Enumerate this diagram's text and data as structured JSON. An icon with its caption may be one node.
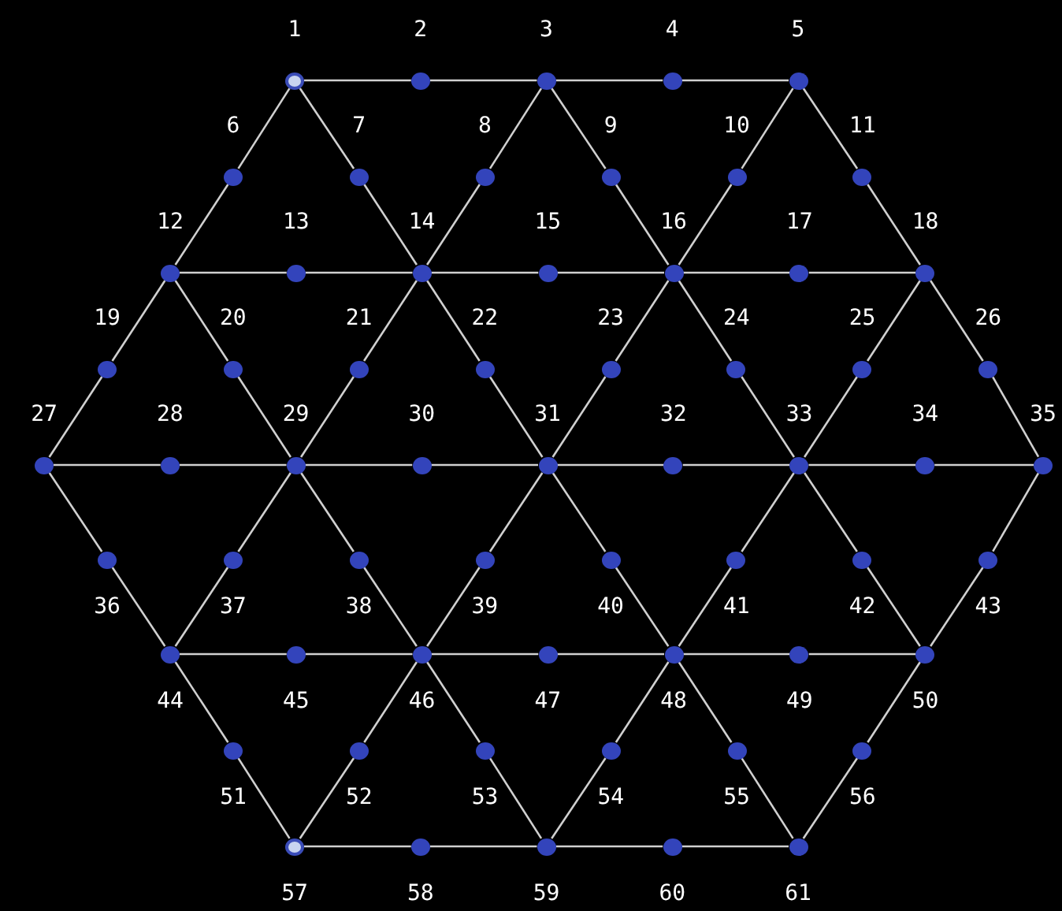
{
  "diagram": {
    "nodes": [
      {
        "text": [],
        "shape": "circle",
        "beside": [
          "1"
        ]
      },
      {
        "text": [],
        "shape": "circle",
        "beside": [
          "2"
        ]
      },
      {
        "text": [],
        "shape": "circle",
        "beside": [
          "3"
        ]
      },
      {
        "text": [],
        "shape": "circle",
        "beside": [
          "4"
        ]
      },
      {
        "text": [],
        "shape": "circle",
        "beside": [
          "5"
        ]
      },
      {
        "text": [],
        "shape": "circle",
        "beside": [
          "6"
        ]
      },
      {
        "text": [],
        "shape": "circle",
        "beside": [
          "7"
        ]
      },
      {
        "text": [],
        "shape": "circle",
        "beside": [
          "8"
        ]
      },
      {
        "text": [],
        "shape": "circle",
        "beside": [
          "9"
        ]
      },
      {
        "text": [],
        "shape": "circle",
        "beside": [
          "10"
        ]
      },
      {
        "text": [],
        "shape": "circle",
        "beside": [
          "11"
        ]
      },
      {
        "text": [],
        "shape": "circle",
        "beside": [
          "12"
        ]
      },
      {
        "text": [],
        "shape": "circle",
        "beside": [
          "13"
        ]
      },
      {
        "text": [],
        "shape": "circle",
        "beside": [
          "14"
        ]
      },
      {
        "text": [],
        "shape": "circle",
        "beside": [
          "15"
        ]
      },
      {
        "text": [],
        "shape": "circle",
        "beside": [
          "16"
        ]
      },
      {
        "text": [],
        "shape": "circle",
        "beside": [
          "17"
        ]
      },
      {
        "text": [],
        "shape": "circle",
        "beside": [
          "18"
        ]
      },
      {
        "text": [],
        "shape": "circle",
        "beside": [
          "19"
        ]
      },
      {
        "text": [],
        "shape": "circle",
        "beside": [
          "20"
        ]
      },
      {
        "text": [],
        "shape": "circle",
        "beside": [
          "21"
        ]
      },
      {
        "text": [],
        "shape": "circle",
        "beside": [
          "22"
        ]
      },
      {
        "text": [],
        "shape": "circle",
        "beside": [
          "23"
        ]
      },
      {
        "text": [],
        "shape": "circle",
        "beside": [
          "24"
        ]
      },
      {
        "text": [],
        "shape": "circle",
        "beside": [
          "25"
        ]
      },
      {
        "text": [],
        "shape": "circle",
        "beside": [
          "26"
        ]
      },
      {
        "text": [],
        "shape": "circle",
        "beside": [
          "27"
        ]
      },
      {
        "text": [],
        "shape": "circle",
        "beside": [
          "28"
        ]
      },
      {
        "text": [],
        "shape": "circle",
        "beside": [
          "29"
        ]
      },
      {
        "text": [],
        "shape": "circle",
        "beside": [
          "30"
        ]
      },
      {
        "text": [],
        "shape": "circle",
        "beside": [
          "31"
        ]
      },
      {
        "text": [],
        "shape": "circle",
        "beside": [
          "32"
        ]
      },
      {
        "text": [],
        "shape": "circle",
        "beside": [
          "33"
        ]
      },
      {
        "text": [],
        "shape": "circle",
        "beside": [
          "34"
        ]
      },
      {
        "text": [],
        "shape": "circle",
        "beside": [
          "35"
        ]
      },
      {
        "text": [],
        "shape": "circle",
        "beside": [
          "36"
        ]
      },
      {
        "text": [],
        "shape": "circle",
        "beside": [
          "37"
        ]
      },
      {
        "text": [],
        "shape": "circle",
        "beside": [
          "38"
        ]
      },
      {
        "text": [],
        "shape": "circle",
        "beside": [
          "39"
        ]
      },
      {
        "text": [],
        "shape": "circle",
        "beside": [
          "40"
        ]
      },
      {
        "text": [],
        "shape": "circle",
        "beside": [
          "41"
        ]
      },
      {
        "text": [],
        "shape": "circle",
        "beside": [
          "42"
        ]
      },
      {
        "text": [],
        "shape": "circle",
        "beside": [
          "43"
        ]
      },
      {
        "text": [],
        "shape": "circle",
        "beside": [
          "44"
        ]
      },
      {
        "text": [],
        "shape": "circle",
        "beside": [
          "45"
        ]
      },
      {
        "text": [],
        "shape": "circle",
        "beside": [
          "46"
        ]
      },
      {
        "text": [],
        "shape": "circle",
        "beside": [
          "47"
        ]
      },
      {
        "text": [],
        "shape": "circle",
        "beside": [
          "48"
        ]
      },
      {
        "text": [],
        "shape": "circle",
        "beside": [
          "49"
        ]
      },
      {
        "text": [],
        "shape": "circle",
        "beside": [
          "50"
        ]
      },
      {
        "text": [],
        "shape": "circle",
        "beside": [
          "51"
        ]
      },
      {
        "text": [],
        "shape": "circle",
        "beside": [
          "52"
        ]
      },
      {
        "text": [],
        "shape": "circle",
        "beside": [
          "53"
        ]
      },
      {
        "text": [],
        "shape": "circle",
        "beside": [
          "54"
        ]
      },
      {
        "text": [],
        "shape": "circle",
        "beside": [
          "55"
        ]
      },
      {
        "text": [],
        "shape": "circle",
        "beside": [
          "56"
        ]
      },
      {
        "text": [],
        "shape": "circle",
        "beside": [
          "57"
        ]
      },
      {
        "text": [],
        "shape": "circle",
        "beside": [
          "58"
        ]
      },
      {
        "text": [],
        "shape": "circle",
        "beside": [
          "59"
        ]
      },
      {
        "text": [],
        "shape": "circle",
        "beside": [
          "60"
        ]
      },
      {
        "text": [],
        "shape": "circle",
        "beside": [
          "61"
        ]
      }
    ],
    "edges": [
      {
        "from": 0,
        "to": 1,
        "arrow": "none"
      },
      {
        "from": 1,
        "to": 2,
        "arrow": "none"
      },
      {
        "from": 2,
        "to": 3,
        "arrow": "none"
      },
      {
        "from": 3,
        "to": 4,
        "arrow": "none"
      },
      {
        "from": 11,
        "to": 12,
        "arrow": "none"
      },
      {
        "from": 12,
        "to": 13,
        "arrow": "none"
      },
      {
        "from": 13,
        "to": 14,
        "arrow": "none"
      },
      {
        "from": 14,
        "to": 15,
        "arrow": "none"
      },
      {
        "from": 15,
        "to": 16,
        "arrow": "none"
      },
      {
        "from": 16,
        "to": 17,
        "arrow": "none"
      },
      {
        "from": 26,
        "to": 27,
        "arrow": "none"
      },
      {
        "from": 27,
        "to": 28,
        "arrow": "none"
      },
      {
        "from": 28,
        "to": 29,
        "arrow": "none"
      },
      {
        "from": 29,
        "to": 30,
        "arrow": "none"
      },
      {
        "from": 30,
        "to": 31,
        "arrow": "none"
      },
      {
        "from": 31,
        "to": 32,
        "arrow": "none"
      },
      {
        "from": 32,
        "to": 33,
        "arrow": "none"
      },
      {
        "from": 33,
        "to": 34,
        "arrow": "none"
      },
      {
        "from": 43,
        "to": 44,
        "arrow": "none"
      },
      {
        "from": 44,
        "to": 45,
        "arrow": "none"
      },
      {
        "from": 45,
        "to": 46,
        "arrow": "none"
      },
      {
        "from": 46,
        "to": 47,
        "arrow": "none"
      },
      {
        "from": 47,
        "to": 48,
        "arrow": "none"
      },
      {
        "from": 48,
        "to": 49,
        "arrow": "none"
      },
      {
        "from": 56,
        "to": 57,
        "arrow": "none"
      },
      {
        "from": 57,
        "to": 58,
        "arrow": "none"
      },
      {
        "from": 58,
        "to": 59,
        "arrow": "none"
      },
      {
        "from": 59,
        "to": 60,
        "arrow": "none"
      },
      {
        "from": 0,
        "to": 5,
        "arrow": "none"
      },
      {
        "from": 5,
        "to": 11,
        "arrow": "none"
      },
      {
        "from": 0,
        "to": 6,
        "arrow": "none"
      },
      {
        "from": 6,
        "to": 13,
        "arrow": "none"
      },
      {
        "from": 2,
        "to": 7,
        "arrow": "none"
      },
      {
        "from": 7,
        "to": 13,
        "arrow": "none"
      },
      {
        "from": 2,
        "to": 8,
        "arrow": "none"
      },
      {
        "from": 8,
        "to": 15,
        "arrow": "none"
      },
      {
        "from": 4,
        "to": 9,
        "arrow": "none"
      },
      {
        "from": 9,
        "to": 15,
        "arrow": "none"
      },
      {
        "from": 4,
        "to": 10,
        "arrow": "none"
      },
      {
        "from": 10,
        "to": 17,
        "arrow": "none"
      },
      {
        "from": 11,
        "to": 18,
        "arrow": "none"
      },
      {
        "from": 18,
        "to": 26,
        "arrow": "none"
      },
      {
        "from": 11,
        "to": 19,
        "arrow": "none"
      },
      {
        "from": 19,
        "to": 28,
        "arrow": "none"
      },
      {
        "from": 13,
        "to": 20,
        "arrow": "none"
      },
      {
        "from": 20,
        "to": 28,
        "arrow": "none"
      },
      {
        "from": 13,
        "to": 21,
        "arrow": "none"
      },
      {
        "from": 21,
        "to": 30,
        "arrow": "none"
      },
      {
        "from": 15,
        "to": 22,
        "arrow": "none"
      },
      {
        "from": 22,
        "to": 30,
        "arrow": "none"
      },
      {
        "from": 15,
        "to": 23,
        "arrow": "none"
      },
      {
        "from": 23,
        "to": 32,
        "arrow": "none"
      },
      {
        "from": 17,
        "to": 24,
        "arrow": "none"
      },
      {
        "from": 24,
        "to": 32,
        "arrow": "none"
      },
      {
        "from": 17,
        "to": 25,
        "arrow": "none"
      },
      {
        "from": 25,
        "to": 34,
        "arrow": "none"
      },
      {
        "from": 26,
        "to": 35,
        "arrow": "none"
      },
      {
        "from": 35,
        "to": 43,
        "arrow": "none"
      },
      {
        "from": 28,
        "to": 36,
        "arrow": "none"
      },
      {
        "from": 36,
        "to": 43,
        "arrow": "none"
      },
      {
        "from": 28,
        "to": 37,
        "arrow": "none"
      },
      {
        "from": 37,
        "to": 45,
        "arrow": "none"
      },
      {
        "from": 30,
        "to": 38,
        "arrow": "none"
      },
      {
        "from": 38,
        "to": 45,
        "arrow": "none"
      },
      {
        "from": 30,
        "to": 39,
        "arrow": "none"
      },
      {
        "from": 39,
        "to": 47,
        "arrow": "none"
      },
      {
        "from": 32,
        "to": 40,
        "arrow": "none"
      },
      {
        "from": 40,
        "to": 47,
        "arrow": "none"
      },
      {
        "from": 32,
        "to": 41,
        "arrow": "none"
      },
      {
        "from": 41,
        "to": 49,
        "arrow": "none"
      },
      {
        "from": 34,
        "to": 42,
        "arrow": "none"
      },
      {
        "from": 42,
        "to": 49,
        "arrow": "none"
      },
      {
        "from": 43,
        "to": 50,
        "arrow": "none"
      },
      {
        "from": 50,
        "to": 56,
        "arrow": "none"
      },
      {
        "from": 45,
        "to": 51,
        "arrow": "none"
      },
      {
        "from": 51,
        "to": 56,
        "arrow": "none"
      },
      {
        "from": 45,
        "to": 52,
        "arrow": "none"
      },
      {
        "from": 52,
        "to": 58,
        "arrow": "none"
      },
      {
        "from": 47,
        "to": 53,
        "arrow": "none"
      },
      {
        "from": 53,
        "to": 58,
        "arrow": "none"
      },
      {
        "from": 47,
        "to": 54,
        "arrow": "none"
      },
      {
        "from": 54,
        "to": 60,
        "arrow": "none"
      },
      {
        "from": 49,
        "to": 55,
        "arrow": "none"
      },
      {
        "from": 55,
        "to": 60,
        "arrow": "none"
      }
    ]
  }
}
